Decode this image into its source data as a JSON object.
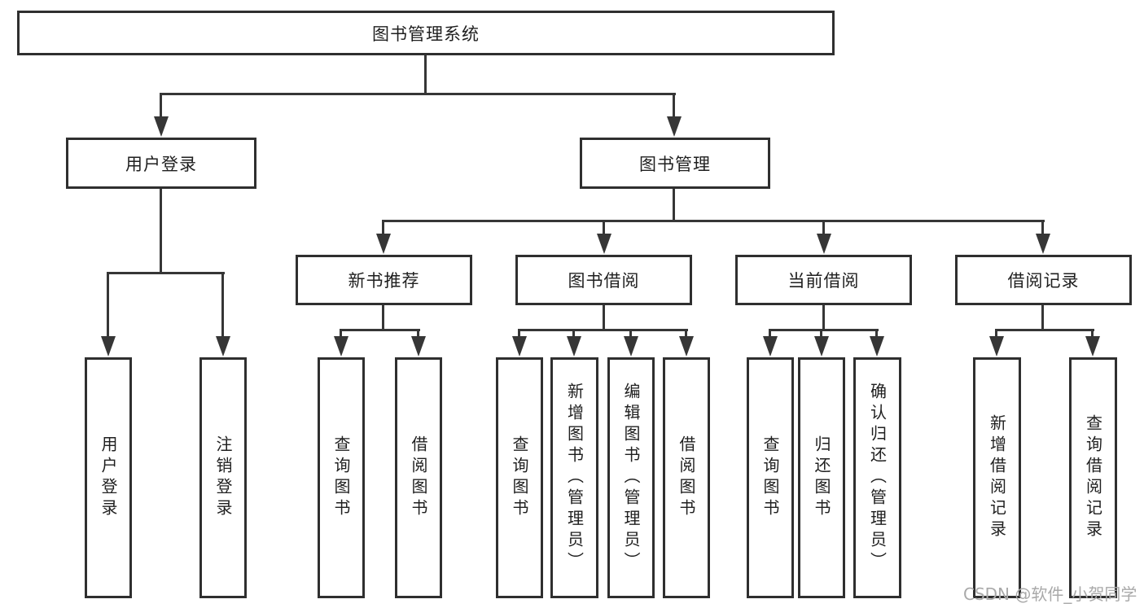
{
  "diagram": {
    "root": {
      "label": "图书管理系统"
    },
    "level2": [
      {
        "label": "用户登录"
      },
      {
        "label": "图书管理"
      }
    ],
    "level3": [
      {
        "label": "新书推荐"
      },
      {
        "label": "图书借阅"
      },
      {
        "label": "当前借阅"
      },
      {
        "label": "借阅记录"
      }
    ],
    "leaves": [
      {
        "label": "用户登录"
      },
      {
        "label": "注销登录"
      },
      {
        "label": "查询图书"
      },
      {
        "label": "借阅图书"
      },
      {
        "label": "查询图书"
      },
      {
        "label": "新增图书（管理员）"
      },
      {
        "label": "编辑图书（管理员）"
      },
      {
        "label": "借阅图书"
      },
      {
        "label": "查询图书"
      },
      {
        "label": "归还图书"
      },
      {
        "label": "确认归还（管理员）"
      },
      {
        "label": "新增借阅记录"
      },
      {
        "label": "查询借阅记录"
      }
    ],
    "watermark": "CSDN @软件_小贺同学",
    "colors": {
      "line": "#363636",
      "box_border": "#2f2f2f",
      "text": "#1f1f1f",
      "watermark": "#a9a9a9",
      "background": "#ffffff"
    }
  }
}
